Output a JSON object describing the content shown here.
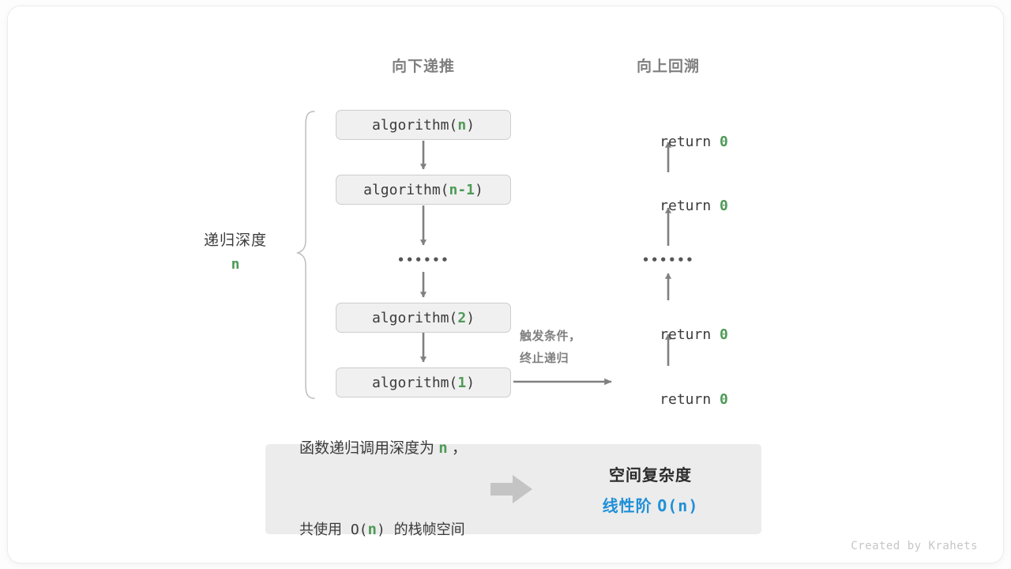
{
  "figure": {
    "headers": {
      "down": "向下递推",
      "up": "向上回溯"
    },
    "call_stack": [
      {
        "prefix": "algorithm(",
        "arg": "n",
        "suffix": ")"
      },
      {
        "prefix": "algorithm(",
        "arg": "n-1",
        "suffix": ")"
      },
      {
        "prefix": "algorithm(",
        "arg": "2",
        "suffix": ")"
      },
      {
        "prefix": "algorithm(",
        "arg": "1",
        "suffix": ")"
      }
    ],
    "returns": [
      {
        "keyword": "return ",
        "value": "0"
      },
      {
        "keyword": "return ",
        "value": "0"
      },
      {
        "keyword": "return ",
        "value": "0"
      },
      {
        "keyword": "return ",
        "value": "0"
      }
    ],
    "ellipsis": "••••••",
    "depth": {
      "label": "递归深度",
      "value": "n"
    },
    "trigger_note": {
      "line1": "触发条件，",
      "line2": "终止递归"
    },
    "summary": {
      "left_line1_a": "函数递归调用深度为 ",
      "left_line1_n": "n",
      "left_line1_b": " ，",
      "left_line2_a": "共使用 O(",
      "left_line2_n": "n",
      "left_line2_b": ") 的栈帧空间",
      "right_title": "空间复杂度",
      "right_value_label": "线性阶 ",
      "right_value_mono": "O(n)"
    },
    "footer": "Created by Krahets",
    "colors": {
      "green": "#4e9a57",
      "blue": "#1f90d8",
      "gray_text": "#7f7f7f",
      "arrow": "#808080",
      "box_fill": "#f0f0f0",
      "box_border": "#cdcdcd",
      "panel_fill": "#ececec"
    }
  }
}
